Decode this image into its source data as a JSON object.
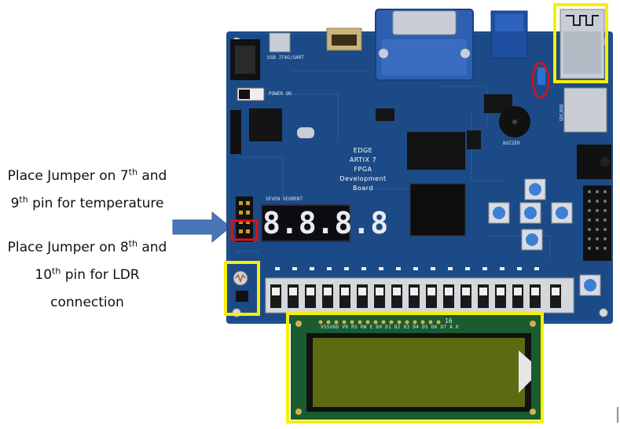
{
  "notes": {
    "temp": {
      "l1a": "Place Jumper on 7",
      "l1s": "th",
      "l1b": " and",
      "l2a": "9",
      "l2s": "th",
      "l2b": " pin for temperature"
    },
    "ldr": {
      "l1a": "Place Jumper on 8",
      "l1s": "th",
      "l1b": " and",
      "l2a": "10",
      "l2s": "th",
      "l2b": " pin for LDR",
      "l3": "connection"
    }
  },
  "board": {
    "brand_lines": [
      "EDGE",
      "ARTIX 7",
      "FPGA",
      "Development",
      "Board"
    ],
    "seven_segment_label": "SEVEN SEGMENT",
    "seven_segment_digits": "8.8.8.8",
    "usb_label": "USB JTAG/UART",
    "power_label": "POWER ON",
    "buzzer_label": "BUZZER",
    "sdcard_label": "SDCARD",
    "lcd_pin_labels": "VSSVDD V0 RS RW E  D0 D1 D2 D3 D4 D5 D6 D7  A  K",
    "lcd_pin_16": "16"
  },
  "colors": {
    "board": "#1c4a86",
    "highlight_yellow": "#f5ef08",
    "highlight_red": "#e01010",
    "arrow": "#4a76b8",
    "lcd_screen": "#5c6a12"
  }
}
